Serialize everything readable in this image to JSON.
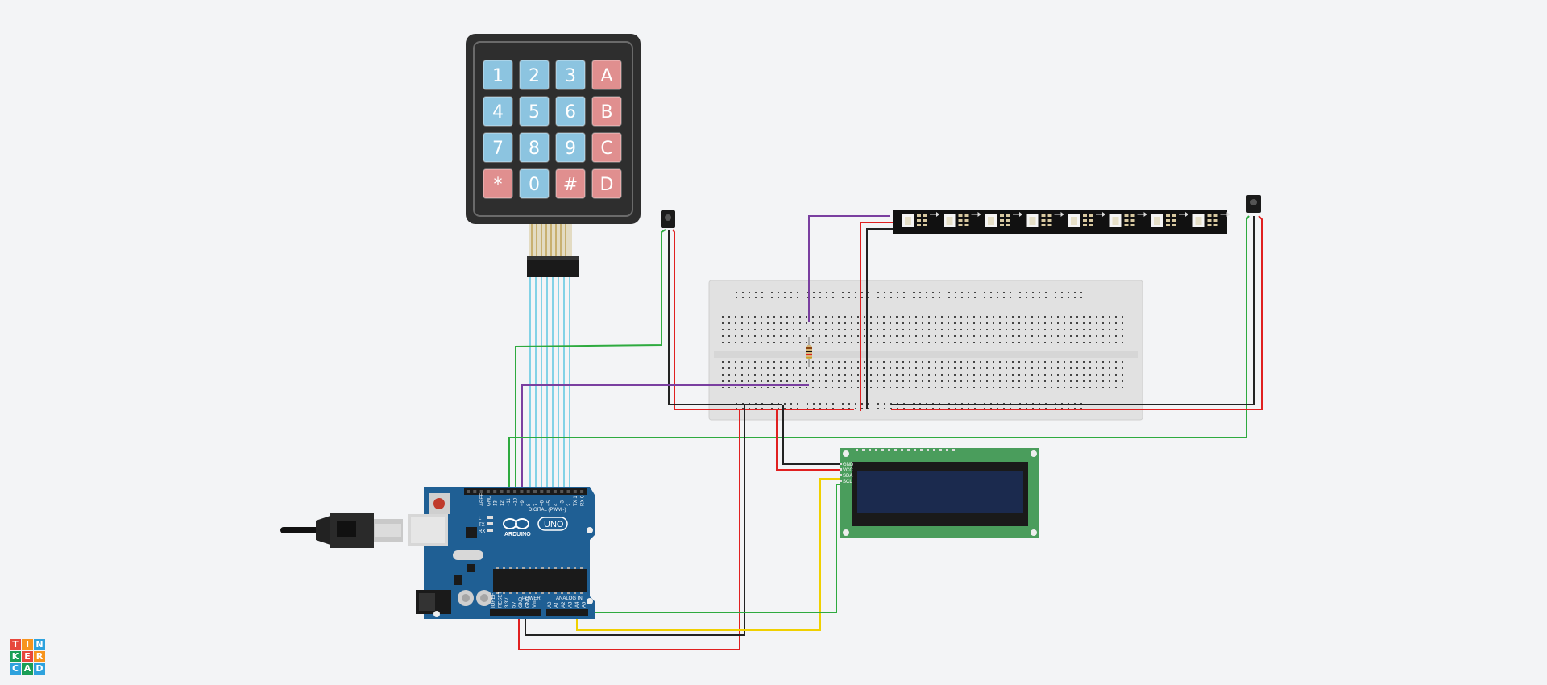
{
  "keypad": {
    "keys": [
      {
        "label": "1",
        "kind": "digit"
      },
      {
        "label": "2",
        "kind": "digit"
      },
      {
        "label": "3",
        "kind": "digit"
      },
      {
        "label": "A",
        "kind": "letter"
      },
      {
        "label": "4",
        "kind": "digit"
      },
      {
        "label": "5",
        "kind": "digit"
      },
      {
        "label": "6",
        "kind": "digit"
      },
      {
        "label": "B",
        "kind": "letter"
      },
      {
        "label": "7",
        "kind": "digit"
      },
      {
        "label": "8",
        "kind": "digit"
      },
      {
        "label": "9",
        "kind": "digit"
      },
      {
        "label": "C",
        "kind": "letter"
      },
      {
        "label": "*",
        "kind": "letter"
      },
      {
        "label": "0",
        "kind": "digit"
      },
      {
        "label": "#",
        "kind": "letter"
      },
      {
        "label": "D",
        "kind": "letter"
      }
    ],
    "colors": {
      "digit": "#8cc4e0",
      "letter": "#e08f8f",
      "body": "#2e2e2e"
    }
  },
  "arduino": {
    "brand": "ARDUINO",
    "model": "UNO",
    "digital_label": "DIGITAL (PWM~)",
    "power_label": "POWER",
    "analog_label": "ANALOG IN",
    "pin_labels_top": [
      "AREF",
      "GND",
      "13",
      "12",
      "~11",
      "~10",
      "~9",
      "8",
      "7",
      "~6",
      "~5",
      "4",
      "~3",
      "2",
      "TX 1",
      "RX 0"
    ],
    "pin_labels_power": [
      "IOREF",
      "RESET",
      "3.3V",
      "5V",
      "GND",
      "GND",
      "Vin"
    ],
    "pin_labels_analog": [
      "A0",
      "A1",
      "A2",
      "A3",
      "A4",
      "A5"
    ],
    "led_labels": [
      "L",
      "TX",
      "RX"
    ],
    "board_color": "#1f5f94"
  },
  "lcd": {
    "pin_labels": [
      "GND",
      "VCC",
      "SDA",
      "SCL"
    ],
    "pcb_color": "#4a9d5c",
    "screen_color": "#1b2a4e"
  },
  "led_strip": {
    "pixel_count": 8,
    "color": "#111111"
  },
  "wire_colors": {
    "green": "#2eaa3f",
    "red": "#e02020",
    "black": "#222222",
    "purple": "#7a3fa0",
    "yellow": "#f0d000",
    "cyan": "#5cc6e0"
  },
  "logo": {
    "letters": [
      "T",
      "I",
      "N",
      "K",
      "E",
      "R",
      "C",
      "A",
      "D"
    ],
    "colors": [
      "#e7473c",
      "#f7941d",
      "#2ea2dd",
      "#1a9e56",
      "#e7473c",
      "#f7941d",
      "#2ea2dd",
      "#1a9e56",
      "#2ea2dd"
    ]
  }
}
